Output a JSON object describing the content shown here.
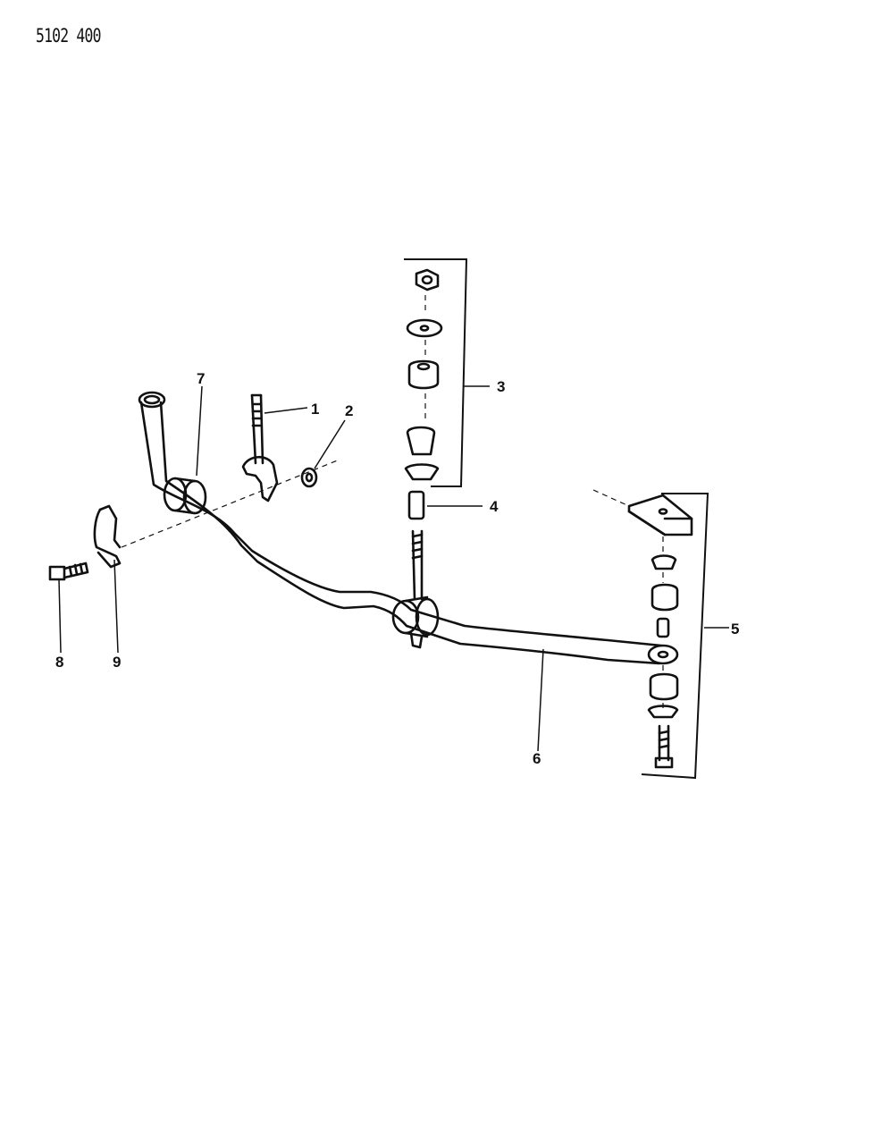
{
  "document_id": "5102 400",
  "callouts": [
    {
      "id": "1",
      "label": "1"
    },
    {
      "id": "2",
      "label": "2"
    },
    {
      "id": "3",
      "label": "3"
    },
    {
      "id": "4",
      "label": "4"
    },
    {
      "id": "5",
      "label": "5"
    },
    {
      "id": "6",
      "label": "6"
    },
    {
      "id": "7",
      "label": "7"
    },
    {
      "id": "8",
      "label": "8"
    },
    {
      "id": "9",
      "label": "9"
    }
  ],
  "colors": {
    "ink": "#111111",
    "paper": "#ffffff"
  }
}
